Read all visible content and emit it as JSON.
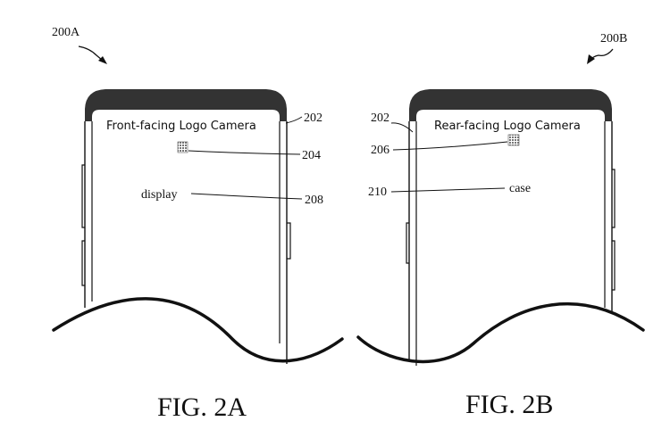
{
  "figure_a": {
    "ref_number": "200A",
    "title": "Front-facing Logo Camera",
    "ref_outline": "202",
    "ref_camera": "204",
    "label_display": "display",
    "ref_display": "208",
    "caption": "FIG. 2A"
  },
  "figure_b": {
    "ref_number": "200B",
    "title": "Rear-facing Logo Camera",
    "ref_outline": "202",
    "ref_camera": "206",
    "label_case": "case",
    "ref_case": "210",
    "caption": "FIG. 2B"
  },
  "colors": {
    "ink": "#111111",
    "bezel": "#333333",
    "camera_pattern": "#888888"
  }
}
